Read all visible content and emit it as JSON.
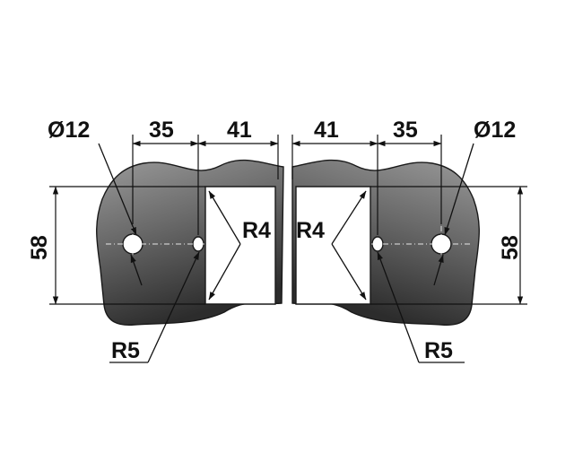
{
  "colors": {
    "plate_light": "#8c8c8c",
    "plate_dark": "#2e2e2e",
    "line": "#111111",
    "background": "#ffffff"
  },
  "dimensions": {
    "left": {
      "hole_diameter": "Ø12",
      "hole_spacing": "35",
      "edge_to_hole": "41",
      "height": "58",
      "cutout_radius": "R4",
      "slot_radius": "R5"
    },
    "right": {
      "hole_diameter": "Ø12",
      "hole_spacing": "35",
      "edge_to_hole": "41",
      "height": "58",
      "cutout_radius": "R4",
      "slot_radius": "R5"
    }
  }
}
